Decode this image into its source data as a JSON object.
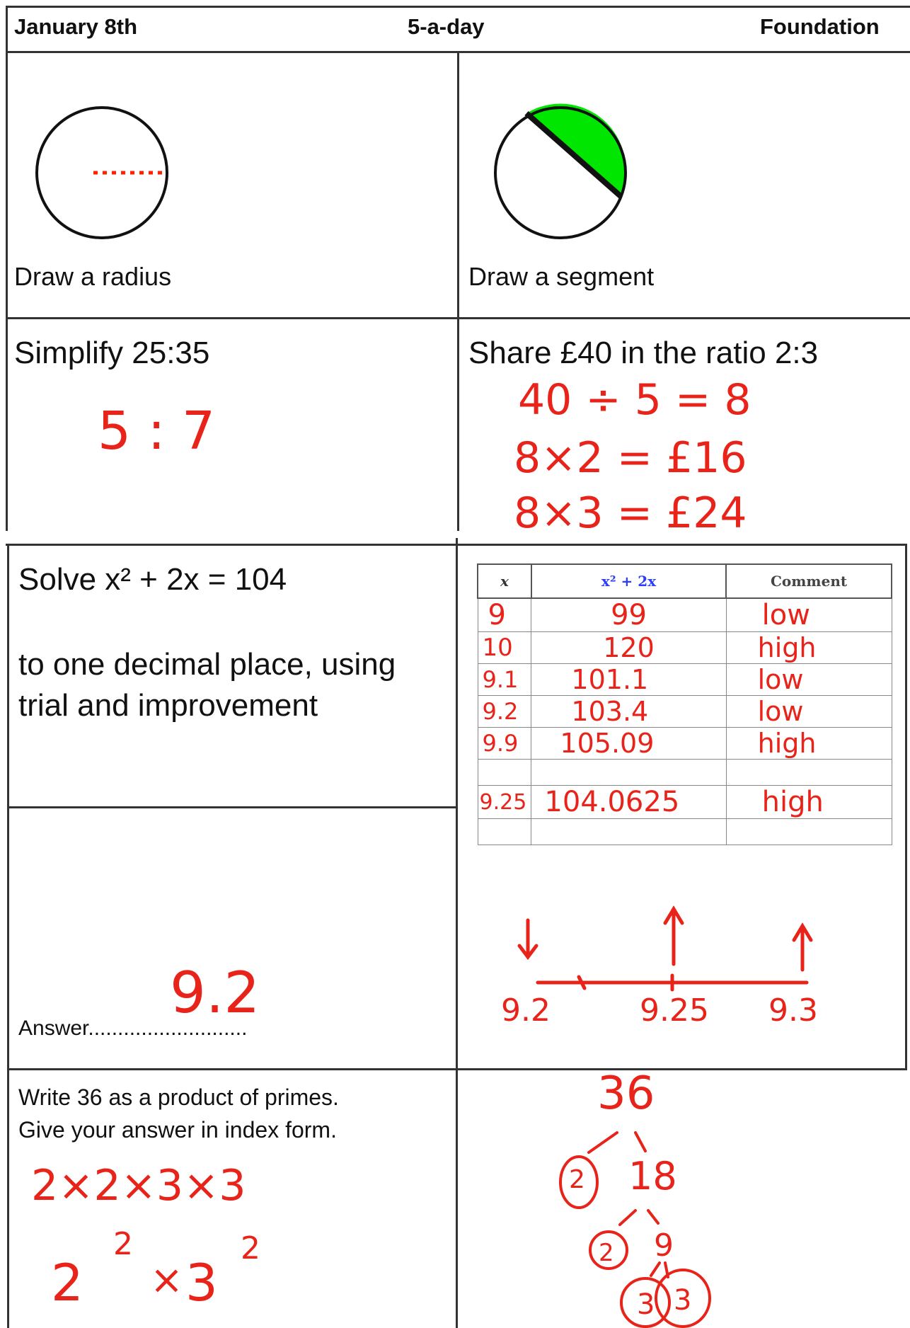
{
  "header": {
    "date": "January 8th",
    "title": "5-a-day",
    "level": "Foundation"
  },
  "q1": {
    "label": "Draw a radius"
  },
  "q2": {
    "label": "Draw a segment"
  },
  "q3": {
    "question": "Simplify 25:35",
    "answer": "5 : 7"
  },
  "q4": {
    "question": "Share £40 in the ratio 2:3",
    "work": [
      "40 ÷ 5 = 8",
      "8×2 = £16",
      "8×3 = £24"
    ]
  },
  "q5": {
    "question_line1": "Solve x² + 2x = 104",
    "question_line2": "to one decimal place, using",
    "question_line3": "trial and improvement",
    "answer_label": "Answer...........................",
    "answer": "9.2",
    "table": {
      "headers": [
        "x",
        "x² + 2x",
        "Comment"
      ],
      "rows": [
        {
          "x": "9",
          "value": "99",
          "comment": "low"
        },
        {
          "x": "10",
          "value": "120",
          "comment": "high"
        },
        {
          "x": "9.1",
          "value": "101.1",
          "comment": "low"
        },
        {
          "x": "9.2",
          "value": "103.4",
          "comment": "low"
        },
        {
          "x": "9.9",
          "value": "105.09",
          "comment": "high"
        },
        {
          "x": "9.25",
          "value": "104.0625",
          "comment": "high"
        }
      ]
    },
    "number_line": [
      "9.2",
      "9.25",
      "9.3"
    ]
  },
  "q6": {
    "question_line1": "Write 36 as a product of primes.",
    "question_line2": "Give your answer in index form.",
    "work_line1": "2×2×3×3",
    "work_base1": "2",
    "work_exp1": "2",
    "work_times": "×",
    "work_base2": "3",
    "work_exp2": "2",
    "tree": [
      "36",
      "2",
      "18",
      "2",
      "9",
      "3",
      "3"
    ]
  },
  "colors": {
    "ink": "#e8231a",
    "segment": "#00e600",
    "radius": "#ff2200"
  }
}
